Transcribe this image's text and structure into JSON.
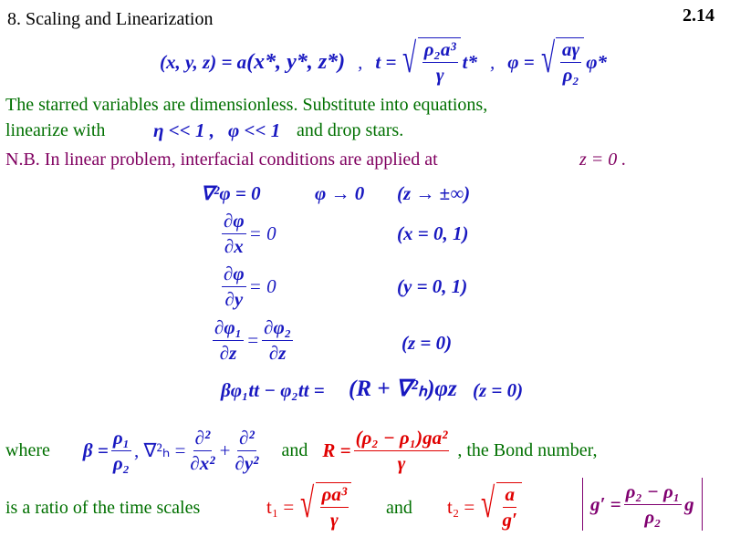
{
  "title": "8. Scaling and Linearization",
  "page_number": "2.14",
  "scaling_eq": {
    "coords": "(x, y, z) = a",
    "starred": "(x*, y*, z*)",
    "comma": ",",
    "t_lhs": "t =",
    "t_num": "ρ₂a³",
    "t_den": "γ",
    "t_star": "t*",
    "phi_lhs": "φ =",
    "phi_num": "aγ",
    "phi_den": "ρ₂",
    "phi_star": "φ*"
  },
  "intro": {
    "line1": "The starred variables are dimensionless.  Substitute into equations,",
    "line2_start": "linearize with",
    "cond_eta": "η << 1 ,",
    "cond_phi": "φ << 1",
    "line2_end": "and drop stars."
  },
  "nb": {
    "text": "N.B. In linear problem, interfacial conditions are applied at",
    "location": "z  = 0 ."
  },
  "equations": [
    {
      "lhs": "∇²φ = 0",
      "extra": "φ → 0",
      "cond": "(z → ±∞)"
    },
    {
      "num": "∂φ",
      "den": "∂x",
      "rhs": "= 0",
      "cond": "(x = 0, 1)"
    },
    {
      "num": "∂φ",
      "den": "∂y",
      "rhs": "= 0",
      "cond": "(y = 0, 1)"
    },
    {
      "num1": "∂φ₁",
      "den1": "∂z",
      "eq": "=",
      "num2": "∂φ₂",
      "den2": "∂z",
      "cond": "(z = 0)"
    },
    {
      "lhs": "βφ₁tt − φ₂tt =",
      "rhs": "(R + ∇²ₕ)φz",
      "cond": "(z = 0)"
    }
  ],
  "where_row": {
    "where": "where",
    "beta_lhs": "β =",
    "beta_num": "ρ₁",
    "beta_den": "ρ₂",
    "lap_lhs": ", ∇²ₕ =",
    "d2x_num": "∂²",
    "d2x_den": "∂x²",
    "plus": "+",
    "d2y_num": "∂²",
    "d2y_den": "∂y²",
    "and": "and",
    "R_lhs": "R =",
    "R_num": "(ρ₂ − ρ₁)ga²",
    "R_den": "γ",
    "bond": ", the Bond number,"
  },
  "ratio_row": {
    "text": "is a ratio of the time scales",
    "t1_lhs": "t₁ =",
    "t1_num": "ρa³",
    "t1_den": "γ",
    "and": "and",
    "t2_lhs": "t₂ =",
    "t2_num": "a",
    "t2_den": "g′",
    "g_lhs": "g′ =",
    "g_num": "ρ₂ − ρ₁",
    "g_den": "ρ₂",
    "g_rhs": "g"
  }
}
